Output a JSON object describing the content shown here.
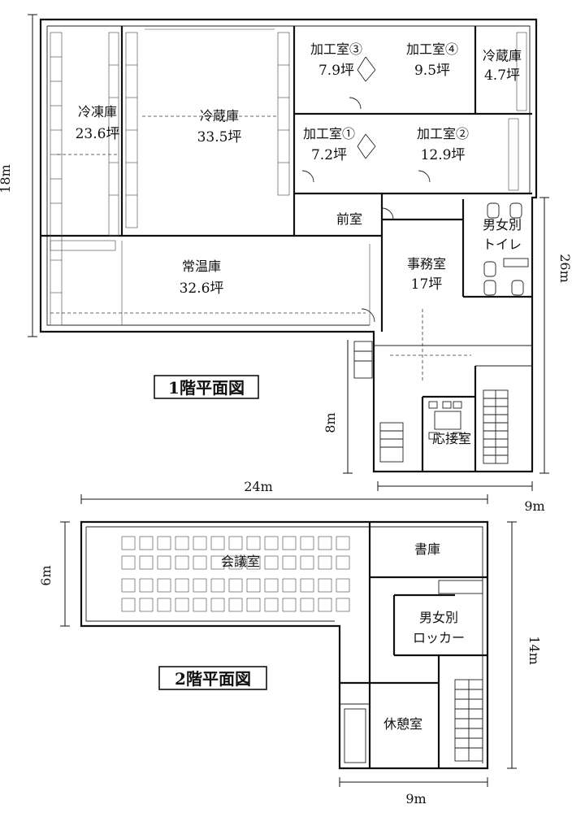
{
  "floor1": {
    "title": "1階平面図",
    "rooms": {
      "freezer": {
        "name": "冷凍庫",
        "area": "23.6坪"
      },
      "cold_storage_large": {
        "name": "冷蔵庫",
        "area": "33.5坪"
      },
      "process3": {
        "name": "加工室③",
        "area": "7.9坪"
      },
      "process4": {
        "name": "加工室④",
        "area": "9.5坪"
      },
      "cold_storage_small": {
        "name": "冷蔵庫",
        "area": "4.7坪"
      },
      "process1": {
        "name": "加工室①",
        "area": "7.2坪"
      },
      "process2": {
        "name": "加工室②",
        "area": "12.9坪"
      },
      "anteroom": {
        "name": "前室"
      },
      "toilet": {
        "name_line1": "男女別",
        "name_line2": "トイレ"
      },
      "ambient": {
        "name": "常温庫",
        "area": "32.6坪"
      },
      "office": {
        "name": "事務室",
        "area": "17坪"
      },
      "reception": {
        "name": "応接室"
      }
    },
    "dimensions": {
      "width_total": "24m",
      "width_office": "9m",
      "height_left": "18m",
      "height_right": "26m",
      "height_office": "8m"
    }
  },
  "floor2": {
    "title": "2階平面図",
    "rooms": {
      "meeting": {
        "name": "会議室"
      },
      "library": {
        "name": "書庫"
      },
      "locker": {
        "name_line1": "男女別",
        "name_line2": "ロッカー"
      },
      "break_room": {
        "name": "休憩室"
      }
    },
    "dimensions": {
      "height_left": "6m",
      "height_right": "14m",
      "width_bottom": "9m"
    }
  }
}
